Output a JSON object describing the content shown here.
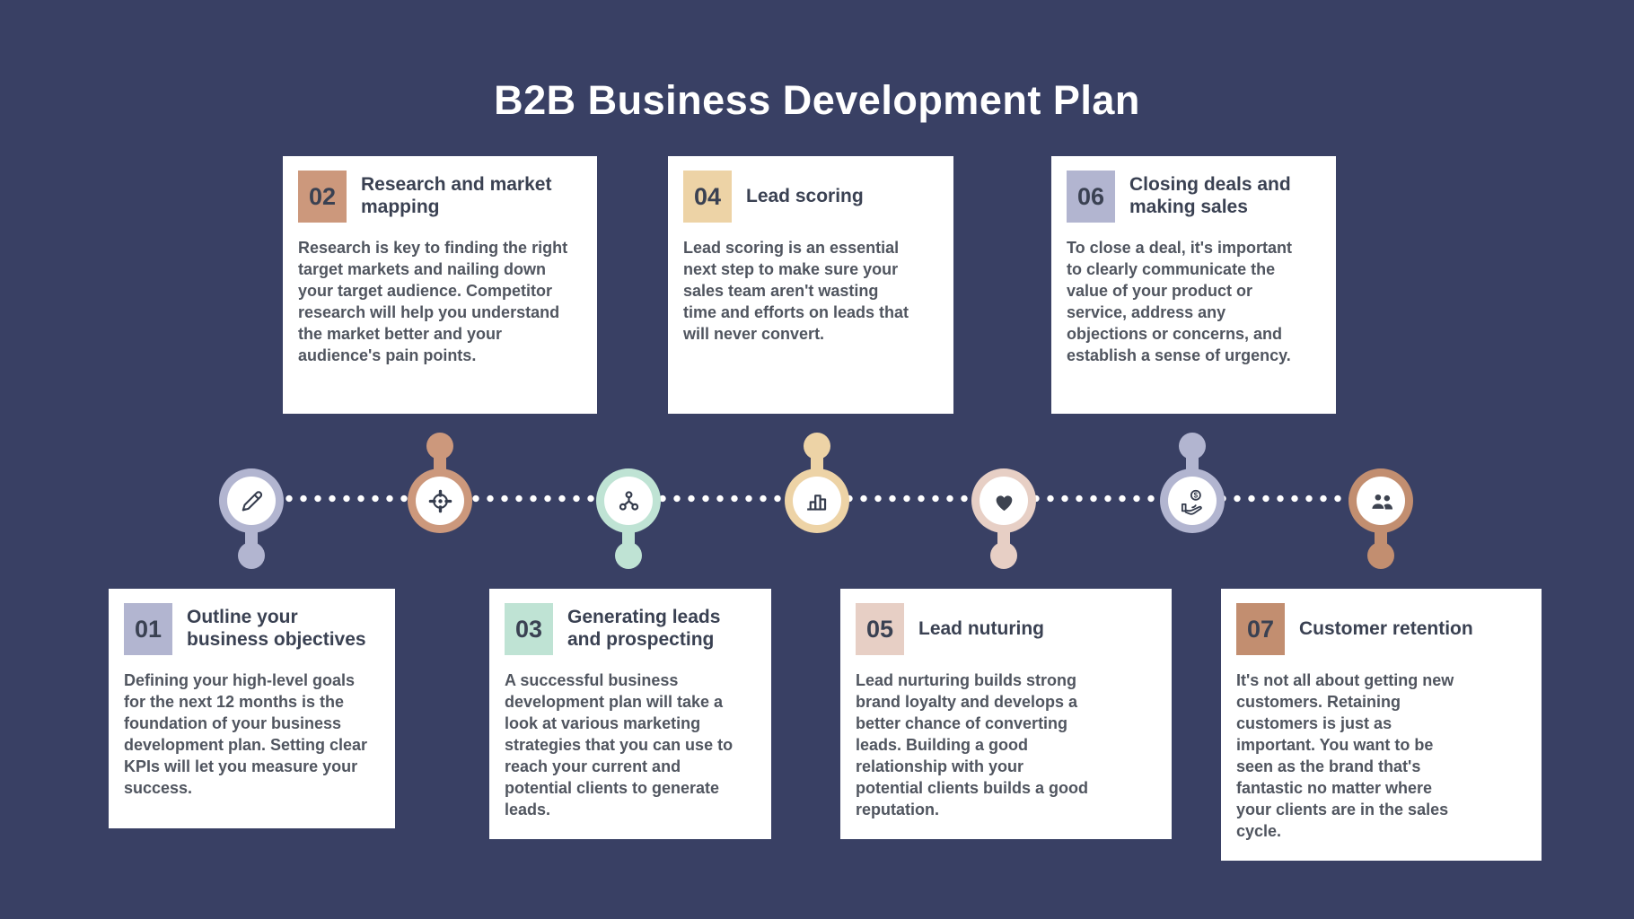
{
  "title": "B2B Business Development Plan",
  "colors": {
    "background": "#394064",
    "card_background": "#ffffff",
    "heading_text": "#3a4152",
    "body_text": "#50555f",
    "timeline_dot": "#ffffff",
    "icon_glyph": "#353c4d"
  },
  "steps": [
    {
      "number": "01",
      "title": "Outline your business objectives",
      "body": "Defining your high-level goals for the next 12 months is the foundation of your business development plan. Setting clear KPIs will let you measure your success.",
      "accent_color": "#b2b5d0",
      "icon": "pencil-icon",
      "card_position": "below"
    },
    {
      "number": "02",
      "title": "Research and market mapping",
      "body": "Research is key to finding the right target markets and nailing down your target audience. Competitor research will help you understand the market better and your audience's pain points.",
      "accent_color": "#cc987c",
      "icon": "target-icon",
      "card_position": "above"
    },
    {
      "number": "03",
      "title": "Generating leads and prospecting",
      "body": "A successful business development plan will take a look at various marketing strategies that you can use to reach your current and potential clients to generate leads.",
      "accent_color": "#bfe3d4",
      "icon": "network-icon",
      "card_position": "below"
    },
    {
      "number": "04",
      "title": "Lead scoring",
      "body": "Lead scoring is an essential next step to make sure your sales team aren't wasting time and efforts on leads that will never convert.",
      "accent_color": "#edd3a6",
      "icon": "bar-chart-icon",
      "card_position": "above"
    },
    {
      "number": "05",
      "title": "Lead nuturing",
      "body": "Lead nurturing builds strong brand loyalty and develops a better chance of converting leads. Building a good relationship with your potential clients builds a good reputation.",
      "accent_color": "#e7cfc5",
      "icon": "heart-icon",
      "card_position": "below"
    },
    {
      "number": "06",
      "title": "Closing deals and making sales",
      "body": "To close a deal, it's important to clearly communicate the value of your product or service, address any objections or concerns, and establish a sense of urgency.",
      "accent_color": "#b2b5d0",
      "icon": "hand-dollar-icon",
      "card_position": "above"
    },
    {
      "number": "07",
      "title": "Customer retention",
      "body": "It's not all about getting new customers. Retaining customers is just as important. You want to be seen as the brand that's fantastic no matter where your clients are in the sales cycle.",
      "accent_color": "#c28e70",
      "icon": "people-icon",
      "card_position": "below"
    }
  ]
}
